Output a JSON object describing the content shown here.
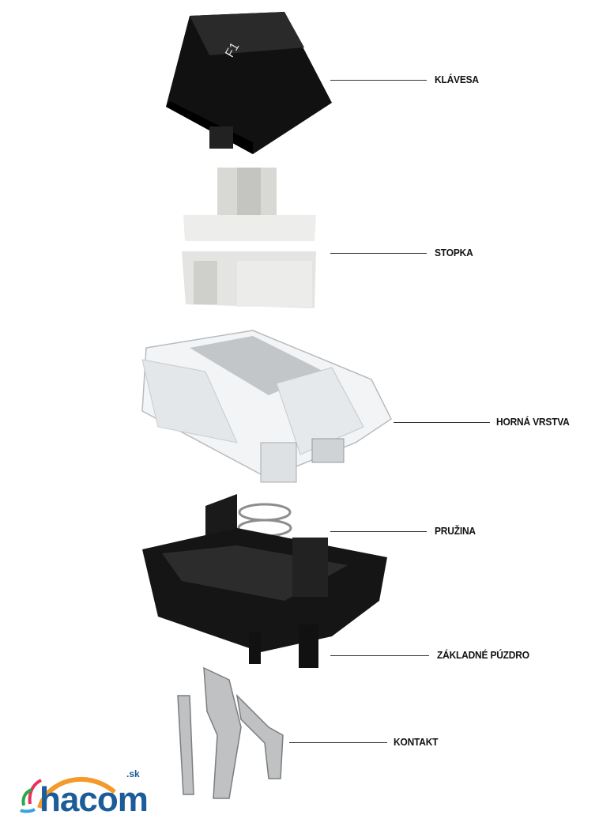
{
  "diagram": {
    "keycap_legend": "F1",
    "labels": [
      {
        "id": "keycap",
        "text": "KLÁVESA"
      },
      {
        "id": "stem",
        "text": "STOPKA"
      },
      {
        "id": "top-housing",
        "text": "HORNÁ VRSTVA"
      },
      {
        "id": "spring",
        "text": "PRUŽINA"
      },
      {
        "id": "bottom-housing",
        "text": "ZÁKLADNÉ PÚZDRO"
      },
      {
        "id": "contact",
        "text": "KONTAKT"
      }
    ]
  },
  "logo": {
    "name": "hacom",
    "tld": ".sk",
    "colors": {
      "blue": "#1b5c99",
      "orange": "#f39a2b"
    }
  }
}
